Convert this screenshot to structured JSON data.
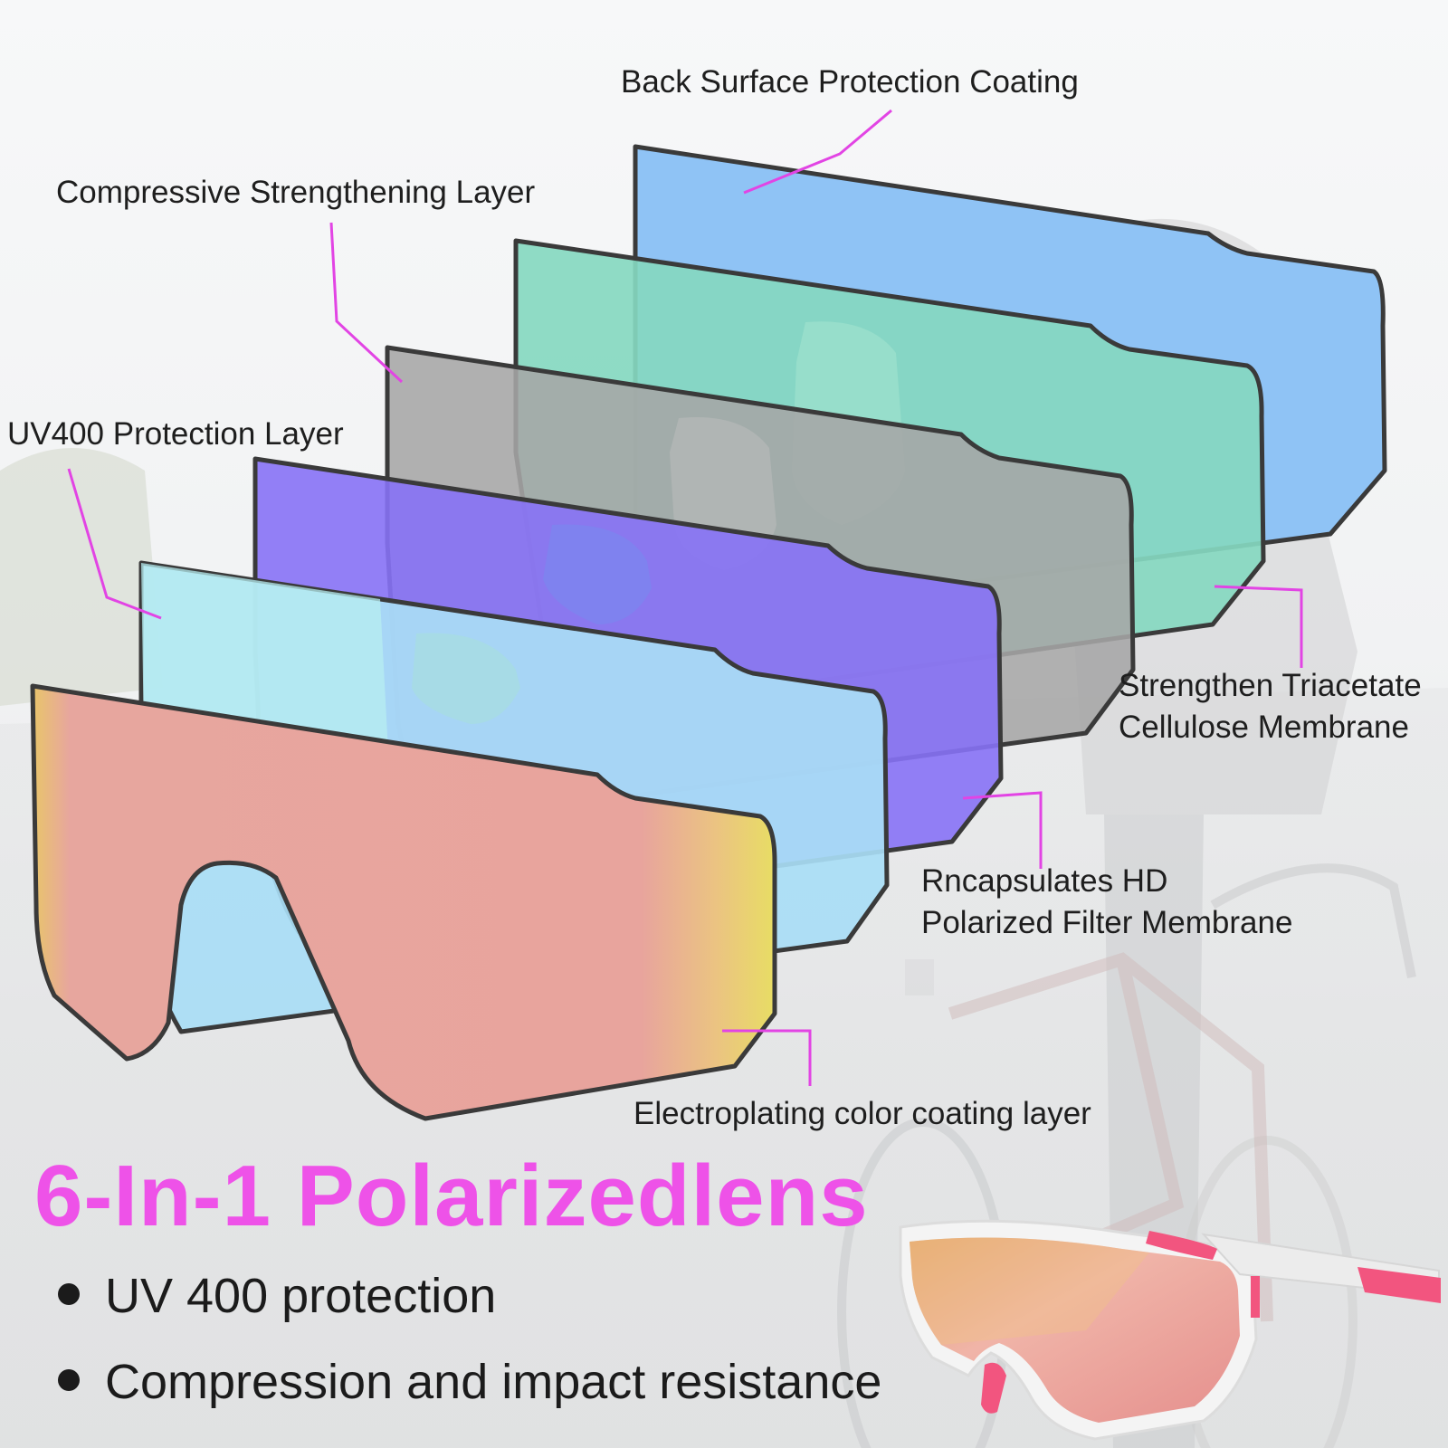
{
  "labels": {
    "back_surface": "Back Surface Protection Coating",
    "compressive": "Compressive Strengthening Layer",
    "uv400_layer": "UV400 Protection Layer",
    "tac_line1": "Strengthen Triacetate",
    "tac_line2": "Cellulose Membrane",
    "hd_line1": "Rncapsulates HD",
    "hd_line2": "Polarized Filter Membrane",
    "electroplating": "Electroplating color coating layer"
  },
  "headline": "6-In-1 Polarizedlens",
  "bullets": [
    "UV 400 protection",
    "Compression and impact resistance"
  ],
  "colors": {
    "accent": "#ee52e8",
    "lens_blue": "#8fc3f5",
    "lens_green": "#86d8c0",
    "lens_gray": "#a8a8a8",
    "lens_purple": "#8b74f3",
    "lens_sky": "#9fcdf3",
    "lens_pink": "#e9a39d",
    "lens_gold": "#e8d868",
    "frame_pink": "#f2557f"
  }
}
